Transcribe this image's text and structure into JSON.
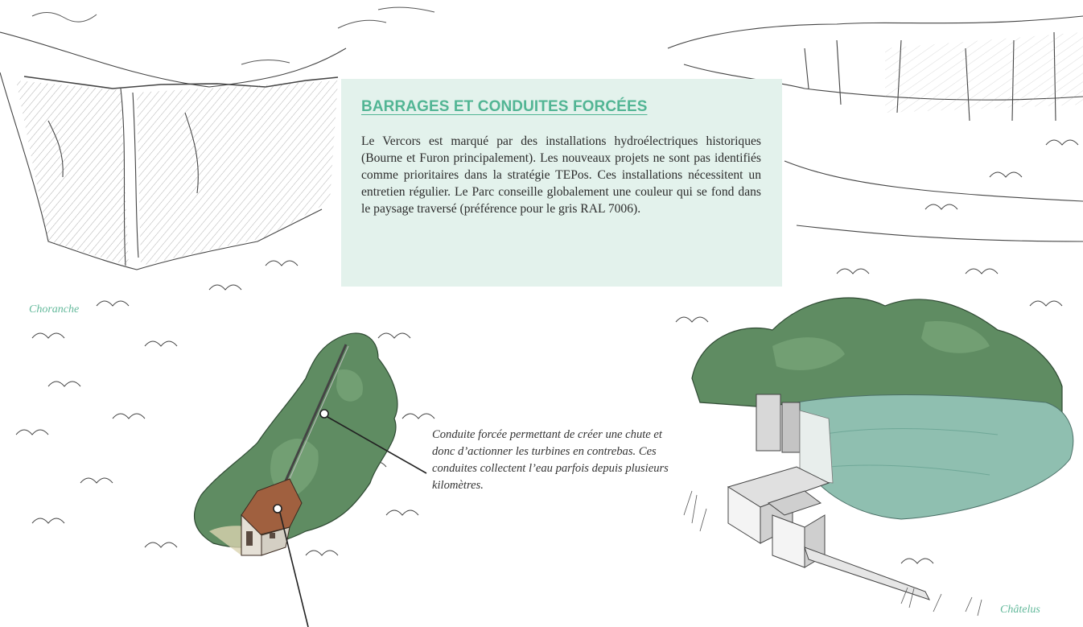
{
  "info_box": {
    "title": "BARRAGES ET CONDUITES FORCÉES",
    "text": "Le Vercors est marqué par des installations hydroélectriques historiques (Bourne et Furon principalement). Les nouveaux projets ne sont pas identifiés comme prioritaires dans la stratégie TEPos. Ces installations nécessitent un entretien régulier. Le Parc conseille globalement une couleur qui se fond dans le paysage traversé (préférence pour le gris RAL 7006)."
  },
  "places": {
    "left": "Choranche",
    "right": "Châtelus"
  },
  "callouts": {
    "penstock": "Conduite forcée permettant de créer une chute et donc d’actionner les turbines en contrebas. Ces conduites collectent l’eau parfois depuis plusieurs kilomètres."
  },
  "colors": {
    "accent": "#52b594",
    "box_background": "#e3f2ec",
    "forest": "#5f8c62",
    "water": "#8fbfb0"
  }
}
